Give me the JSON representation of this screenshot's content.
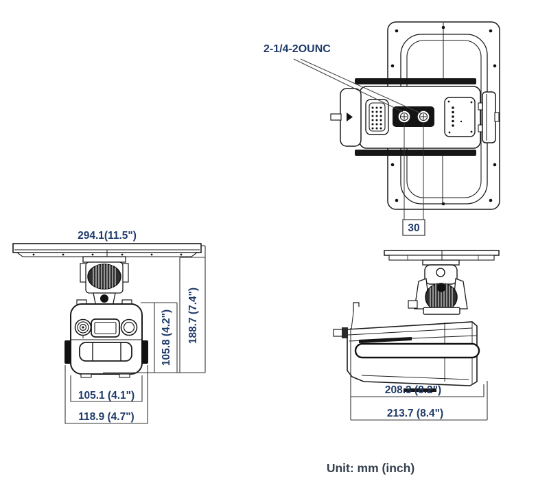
{
  "diagram": {
    "unit_note": "Unit: mm (inch)",
    "thread_label": "2-1/4-2OUNC",
    "views": {
      "top": {
        "hole_spacing": "30"
      },
      "front": {
        "panel_width": "294.1(11.5\")",
        "overall_height": "188.7 (7.4\")",
        "body_height": "105.8 (4.2\")",
        "body_width": "105.1 (4.1\")",
        "overall_width": "118.9 (4.7\")"
      },
      "side": {
        "body_length": "208.3 (8.2\")",
        "overall_length": "213.7 (8.4\")"
      }
    },
    "colors": {
      "line": "#1a1a1a",
      "dimension_text": "#1f3a68",
      "note_text": "#333f4d",
      "background": "#ffffff"
    }
  }
}
